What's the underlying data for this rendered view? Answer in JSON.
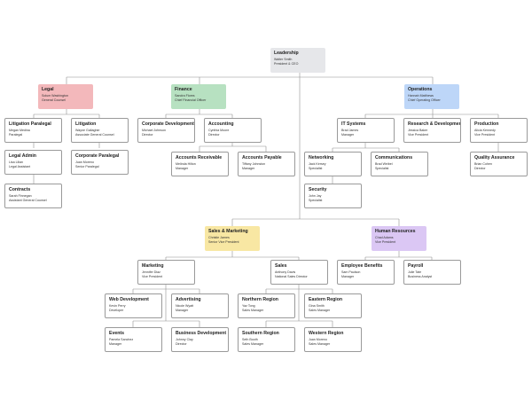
{
  "colors": {
    "legal": "#f3b8bb",
    "finance": "#b7e1c1",
    "operations": "#bdd6f8",
    "sales_marketing": "#f8e7a3",
    "human_resources": "#dbc7f4",
    "leadership": "#e6e7ea",
    "connector": "#8f8f8f"
  },
  "nodes": {
    "leadership": {
      "title": "Leadership",
      "name": "Walter Smith",
      "role": "President & CEO"
    },
    "legal": {
      "title": "Legal",
      "name": "Solum Washington",
      "role": "General Counsel"
    },
    "litigation_paralegal": {
      "title": "Litigation Paralegal",
      "name": "Megan Medina",
      "role": "Paralegal"
    },
    "litigation": {
      "title": "Litigation",
      "name": "Wayne Gallagher",
      "role": "Associate General Counsel"
    },
    "legal_admin": {
      "title": "Legal Admin",
      "name": "Lisa Lilian",
      "role": "Legal Assistant"
    },
    "corporate_paralegal": {
      "title": "Corporate Paralegal",
      "name": "Juan Moreno",
      "role": "Senior Paralegal"
    },
    "contracts": {
      "title": "Contracts",
      "name": "Sarah Finnegan",
      "role": "Assistant General Counsel"
    },
    "finance": {
      "title": "Finance",
      "name": "Sandra Flores",
      "role": "Chief Financial Officer"
    },
    "corporate_development": {
      "title": "Corporate Development",
      "name": "Michael Johnson",
      "role": "Director"
    },
    "accounting": {
      "title": "Accounting",
      "name": "Cynthia Moore",
      "role": "Director"
    },
    "accounts_receivable": {
      "title": "Accounts Receivable",
      "name": "Melinda Hilton",
      "role": "Manager"
    },
    "accounts_payable": {
      "title": "Accounts Payable",
      "name": "Tiffany Johnston",
      "role": "Manager"
    },
    "operations": {
      "title": "Operations",
      "name": "Hannah Matthews",
      "role": "Chief Operating Officer"
    },
    "it_systems": {
      "title": "IT Systems",
      "name": "Brad James",
      "role": "Manager"
    },
    "research_development": {
      "title": "Research & Development",
      "name": "Jessica Baker",
      "role": "Vice President"
    },
    "production": {
      "title": "Production",
      "name": "Alicia Kennedy",
      "role": "Vice President"
    },
    "networking": {
      "title": "Networking",
      "name": "Jack Kersey",
      "role": "Specialist"
    },
    "communications": {
      "title": "Communications",
      "name": "Brad Weibel",
      "role": "Specialist"
    },
    "quality_assurance": {
      "title": "Quality Assurance",
      "name": "Brian Cohen",
      "role": "Director"
    },
    "security": {
      "title": "Security",
      "name": "John Jay",
      "role": "Specialist"
    },
    "sales_marketing": {
      "title": "Sales & Marketing",
      "name": "Christie James",
      "role": "Senior Vice President"
    },
    "human_resources": {
      "title": "Human Resources",
      "name": "Chad Adams",
      "role": "Vice President"
    },
    "marketing": {
      "title": "Marketing",
      "name": "Jennifer Diaz",
      "role": "Vice President"
    },
    "sales": {
      "title": "Sales",
      "name": "Anthony Davis",
      "role": "National Sales Director"
    },
    "employee_benefits": {
      "title": "Employee Benefits",
      "name": "Sam Paulson",
      "role": "Manager"
    },
    "payroll": {
      "title": "Payroll",
      "name": "Julie Tate",
      "role": "Business Analyst"
    },
    "web_development": {
      "title": "Web Development",
      "name": "Kevin Perry",
      "role": "Developer"
    },
    "advertising": {
      "title": "Advertising",
      "name": "Nicole Wyatt",
      "role": "Manager"
    },
    "northern_region": {
      "title": "Northern Region",
      "name": "Yaz Tong",
      "role": "Sales Manager"
    },
    "eastern_region": {
      "title": "Eastern Region",
      "name": "Gina Smith",
      "role": "Sales Manager"
    },
    "events": {
      "title": "Events",
      "name": "Pamela Sanchez",
      "role": "Manager"
    },
    "business_development": {
      "title": "Business Development",
      "name": "Johnny Clay",
      "role": "Director"
    },
    "southern_region": {
      "title": "Southern Region",
      "name": "Seth Booth",
      "role": "Sales Manager"
    },
    "western_region": {
      "title": "Western Region",
      "name": "Juan Moreno",
      "role": "Sales Manager"
    }
  }
}
